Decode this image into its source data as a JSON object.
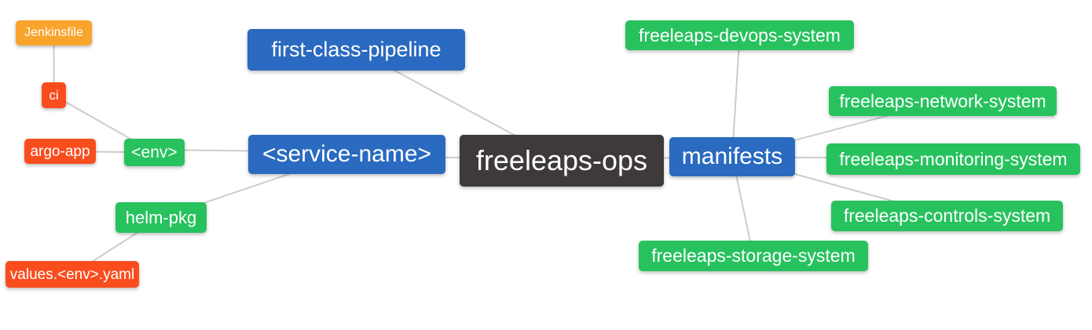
{
  "diagram": {
    "type": "mindmap",
    "root": "freeleaps-ops",
    "edge_color": "#cccccc",
    "colors": {
      "orange": "#f9a42c",
      "red": "#fa4d1e",
      "green": "#27c25e",
      "blue": "#2a6ac0",
      "dark": "#3d3a39"
    },
    "nodes": {
      "jenkinsfile": {
        "label": "Jenkinsfile",
        "color": "#f9a42c"
      },
      "ci": {
        "label": "ci",
        "color": "#fa4d1e"
      },
      "argo_app": {
        "label": "argo-app",
        "color": "#fa4d1e"
      },
      "env": {
        "label": "<env>",
        "color": "#27c25e"
      },
      "helm_pkg": {
        "label": "helm-pkg",
        "color": "#27c25e"
      },
      "values_env_yaml": {
        "label": "values.<env>.yaml",
        "color": "#fa4d1e"
      },
      "first_class_pipeline": {
        "label": "first-class-pipeline",
        "color": "#2a6ac0"
      },
      "service_name": {
        "label": "<service-name>",
        "color": "#2a6ac0"
      },
      "freeleaps_ops": {
        "label": "freeleaps-ops",
        "color": "#3d3a39"
      },
      "manifests": {
        "label": "manifests",
        "color": "#2a6ac0"
      },
      "devops_system": {
        "label": "freeleaps-devops-system",
        "color": "#27c25e"
      },
      "network_system": {
        "label": "freeleaps-network-system",
        "color": "#27c25e"
      },
      "monitoring_system": {
        "label": "freeleaps-monitoring-system",
        "color": "#27c25e"
      },
      "controls_system": {
        "label": "freeleaps-controls-system",
        "color": "#27c25e"
      },
      "storage_system": {
        "label": "freeleaps-storage-system",
        "color": "#27c25e"
      }
    },
    "edges": [
      {
        "from": "jenkinsfile",
        "to": "ci"
      },
      {
        "from": "ci",
        "to": "env"
      },
      {
        "from": "argo_app",
        "to": "env"
      },
      {
        "from": "env",
        "to": "service_name"
      },
      {
        "from": "helm_pkg",
        "to": "service_name"
      },
      {
        "from": "values_env_yaml",
        "to": "helm_pkg"
      },
      {
        "from": "service_name",
        "to": "freeleaps_ops"
      },
      {
        "from": "first_class_pipeline",
        "to": "freeleaps_ops"
      },
      {
        "from": "freeleaps_ops",
        "to": "manifests"
      },
      {
        "from": "manifests",
        "to": "devops_system"
      },
      {
        "from": "manifests",
        "to": "network_system"
      },
      {
        "from": "manifests",
        "to": "monitoring_system"
      },
      {
        "from": "manifests",
        "to": "controls_system"
      },
      {
        "from": "manifests",
        "to": "storage_system"
      }
    ]
  }
}
